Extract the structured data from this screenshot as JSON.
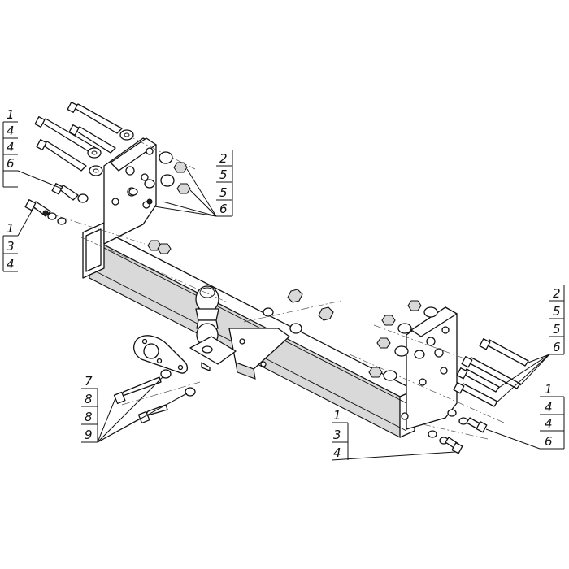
{
  "callouts": {
    "left_top": [
      "1",
      "4",
      "4",
      "6"
    ],
    "left_mid": [
      "1",
      "3",
      "4"
    ],
    "center_right": [
      "2",
      "5",
      "5",
      "6"
    ],
    "right_upper": [
      "2",
      "5",
      "5",
      "6"
    ],
    "right_lower": [
      "1",
      "4",
      "4",
      "6"
    ],
    "bottom_center": [
      "1",
      "3",
      "4"
    ],
    "bottom_left": [
      "7",
      "8",
      "8",
      "9"
    ]
  }
}
